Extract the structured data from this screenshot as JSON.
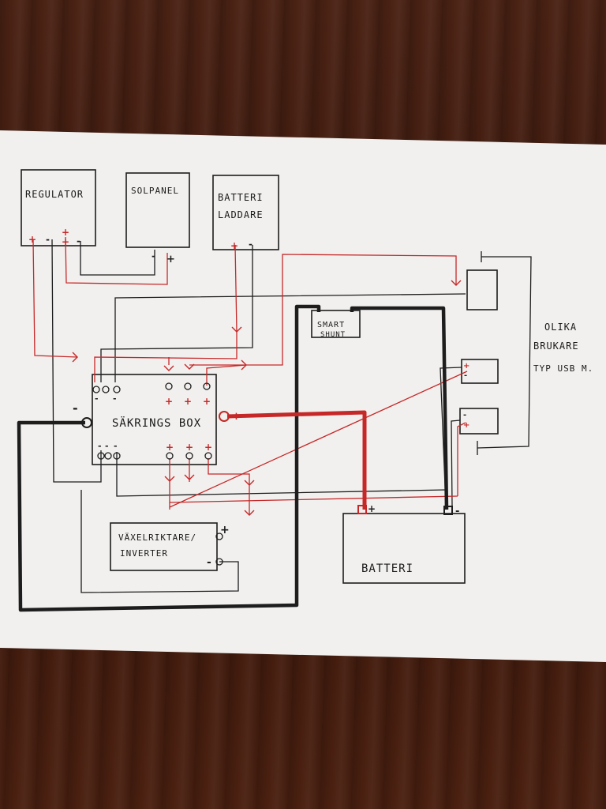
{
  "colors": {
    "paper": "#f1f0ee",
    "ink_black": "#1d1d1d",
    "ink_red": "#c62828"
  },
  "components": {
    "regulator": "REGULATOR",
    "solpanel": "SOLPANEL",
    "batteri_laddare_line1": "BATTERI",
    "batteri_laddare_line2": "LADDARE",
    "smart_shunt_line1": "SMART",
    "smart_shunt_line2": "SHUNT",
    "sakrings_box": "SÄKRINGS BOX",
    "inverter_line1": "VÄXELRIKTARE/",
    "inverter_line2": "INVERTER",
    "batteri": "BATTERI"
  },
  "loads_note": {
    "line1": "OLIKA",
    "line2": "BRUKARE",
    "line3": "TYP USB M."
  },
  "symbols": {
    "plus": "+",
    "minus": "-"
  }
}
